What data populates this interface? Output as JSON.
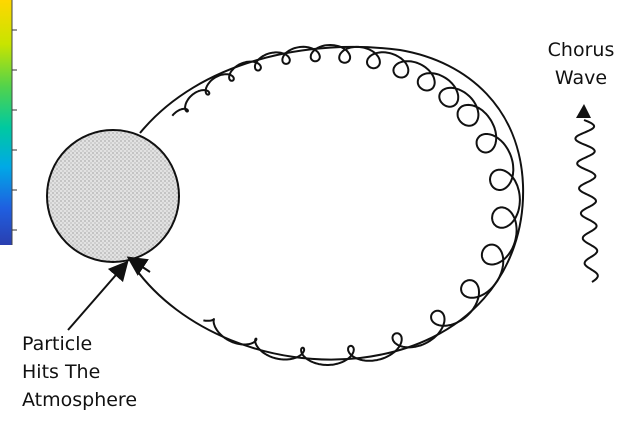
{
  "labels": {
    "chorus_line1": "Chorus",
    "chorus_line2": "Wave",
    "particle_line1": "Particle",
    "particle_line2": "Hits The",
    "particle_line3": "Atmosphere"
  },
  "colors": {
    "ink": "#111111",
    "planet_fill": "#d9d9d9",
    "planet_stipple": "#bdbdbd",
    "colorbar": [
      "#ffd700",
      "#c8e400",
      "#54d34a",
      "#00c9a0",
      "#00a9e6",
      "#1f5fe0",
      "#2a3fb0"
    ]
  },
  "icons": {
    "planet": "planet-circle-icon",
    "wave": "chorus-wave-squiggle-icon"
  }
}
